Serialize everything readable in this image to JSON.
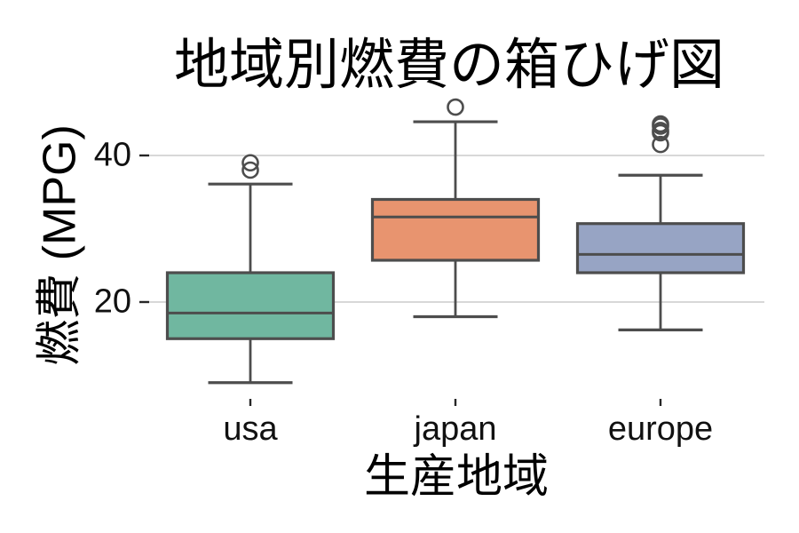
{
  "figure": {
    "title": "地域別燃費の箱ひげ図",
    "x_axis_label": "生産地域",
    "y_axis_label": "燃費 (MPG)"
  },
  "chart_data": {
    "type": "boxplot",
    "title": "地域別燃費の箱ひげ図",
    "xlabel": "生産地域",
    "ylabel": "燃費 (MPG)",
    "categories": [
      "usa",
      "japan",
      "europe"
    ],
    "y_ticks": [
      20,
      40
    ],
    "ylim": [
      6.5,
      48
    ],
    "grid": "horizontal gridlines at y ticks only",
    "legend": "none",
    "series": [
      {
        "name": "usa",
        "color": "#70b7a0",
        "whisker_low": 9.0,
        "q1": 15.0,
        "median": 18.5,
        "q3": 24.0,
        "whisker_high": 36.1,
        "outliers": [
          38.0,
          39.0
        ]
      },
      {
        "name": "japan",
        "color": "#e8946f",
        "whisker_low": 18.0,
        "q1": 25.7,
        "median": 31.6,
        "q3": 34.0,
        "whisker_high": 44.6,
        "outliers": [
          46.6
        ]
      },
      {
        "name": "europe",
        "color": "#97a4c4",
        "whisker_low": 16.2,
        "q1": 24.0,
        "median": 26.5,
        "q3": 30.7,
        "whisker_high": 37.3,
        "outliers": [
          41.5,
          43.1,
          43.4,
          44.0,
          44.3
        ]
      }
    ]
  },
  "style": {
    "box_edge_color": "#4d4d4d",
    "grid_color": "#cccccc",
    "tick_mark_color": "#262626",
    "text_color": "#000000",
    "background": "#ffffff"
  }
}
